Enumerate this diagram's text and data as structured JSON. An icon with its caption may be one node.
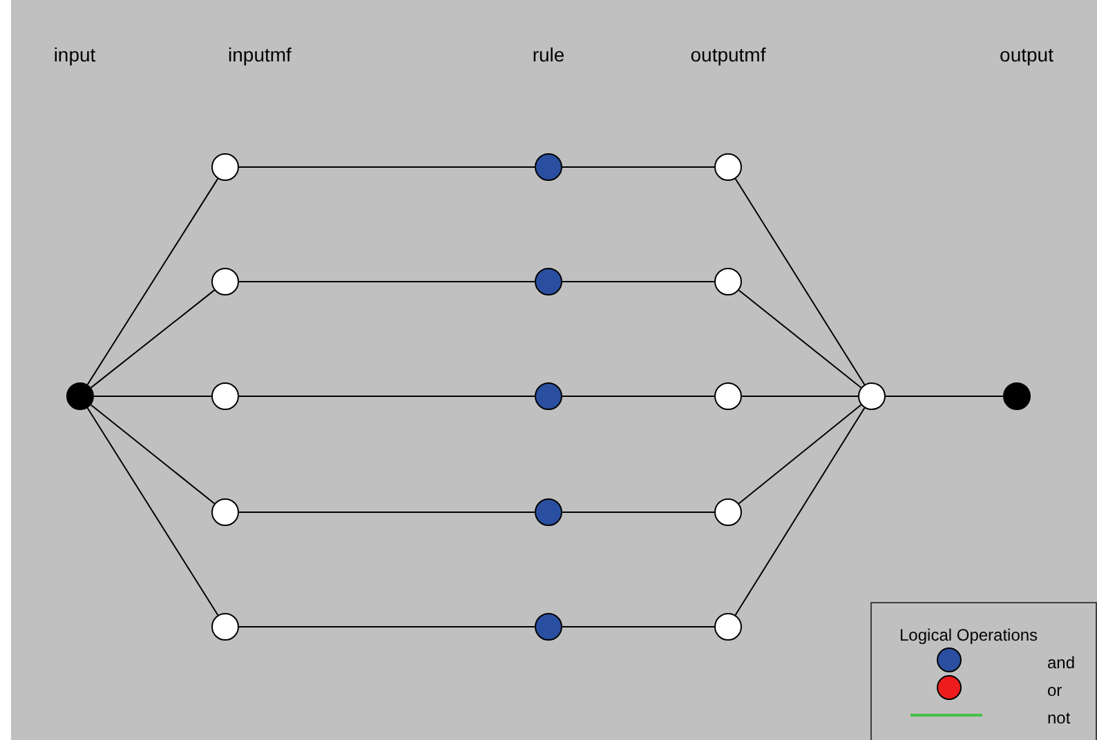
{
  "diagram": {
    "nodes": [
      {
        "text": [],
        "shape": "circle"
      },
      {
        "text": [],
        "shape": "circle"
      },
      {
        "text": [],
        "shape": "circle"
      },
      {
        "text": [],
        "shape": "circle"
      },
      {
        "text": [],
        "shape": "circle"
      },
      {
        "text": [],
        "shape": "circle"
      },
      {
        "text": [],
        "shape": "circle"
      },
      {
        "text": [],
        "shape": "circle"
      },
      {
        "text": [],
        "shape": "circle"
      },
      {
        "text": [],
        "shape": "circle"
      },
      {
        "text": [],
        "shape": "circle"
      },
      {
        "text": [],
        "shape": "circle"
      },
      {
        "text": [],
        "shape": "circle"
      },
      {
        "text": [],
        "shape": "circle"
      },
      {
        "text": [],
        "shape": "circle"
      },
      {
        "text": [],
        "shape": "circle"
      },
      {
        "text": [],
        "shape": "circle"
      },
      {
        "text": [],
        "shape": "circle"
      }
    ],
    "edges": [
      {
        "from": 0,
        "to": 1,
        "arrow": "none"
      },
      {
        "from": 0,
        "to": 2,
        "arrow": "none"
      },
      {
        "from": 0,
        "to": 3,
        "arrow": "none"
      },
      {
        "from": 0,
        "to": 4,
        "arrow": "none"
      },
      {
        "from": 0,
        "to": 5,
        "arrow": "none"
      },
      {
        "from": 1,
        "to": 6,
        "arrow": "none"
      },
      {
        "from": 2,
        "to": 7,
        "arrow": "none"
      },
      {
        "from": 3,
        "to": 8,
        "arrow": "none"
      },
      {
        "from": 4,
        "to": 9,
        "arrow": "none"
      },
      {
        "from": 5,
        "to": 10,
        "arrow": "none"
      },
      {
        "from": 6,
        "to": 11,
        "arrow": "none"
      },
      {
        "from": 7,
        "to": 12,
        "arrow": "none"
      },
      {
        "from": 8,
        "to": 13,
        "arrow": "none"
      },
      {
        "from": 9,
        "to": 14,
        "arrow": "none"
      },
      {
        "from": 10,
        "to": 15,
        "arrow": "none"
      },
      {
        "from": 11,
        "to": 16,
        "arrow": "none"
      },
      {
        "from": 12,
        "to": 16,
        "arrow": "none"
      },
      {
        "from": 13,
        "to": 16,
        "arrow": "none"
      },
      {
        "from": 14,
        "to": 16,
        "arrow": "none"
      },
      {
        "from": 15,
        "to": 16,
        "arrow": "none"
      },
      {
        "from": 16,
        "to": 17,
        "arrow": "none"
      }
    ],
    "labels": [
      "input",
      "inputmf",
      "rule",
      "outputmf",
      "output",
      "Logical Operations"
    ],
    "legend": [
      {
        "text": "and",
        "color": "#2a4fa0"
      },
      {
        "text": "or",
        "color": "#ee1c1c"
      },
      {
        "text": "not"
      }
    ]
  }
}
